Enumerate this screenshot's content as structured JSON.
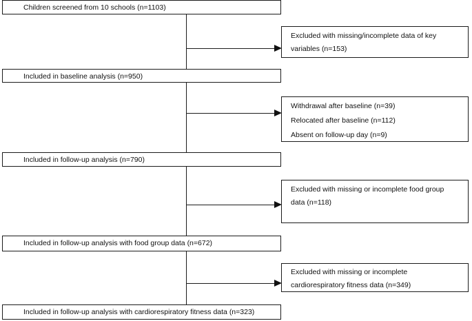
{
  "stages": [
    {
      "label": "Children screened from 10 schools (n=1103)"
    },
    {
      "label": "Included in baseline analysis (n=950)"
    },
    {
      "label": "Included in follow-up analysis (n=790)"
    },
    {
      "label": "Included in follow-up analysis with food group data (n=672)"
    },
    {
      "label": "Included in follow-up analysis with cardiorespiratory fitness data (n=323)"
    }
  ],
  "exclusions": [
    {
      "lines": [
        "Excluded with missing/incomplete data of key",
        "variables (n=153)"
      ]
    },
    {
      "lines": [
        "Withdrawal after baseline (n=39)",
        "Relocated after baseline (n=112)",
        "Absent on follow-up day (n=9)"
      ]
    },
    {
      "lines": [
        "Excluded with missing or incomplete food group",
        "data (n=118)"
      ]
    },
    {
      "lines": [
        "Excluded with missing or incomplete",
        "cardiorespiratory fitness data (n=349)"
      ]
    }
  ]
}
